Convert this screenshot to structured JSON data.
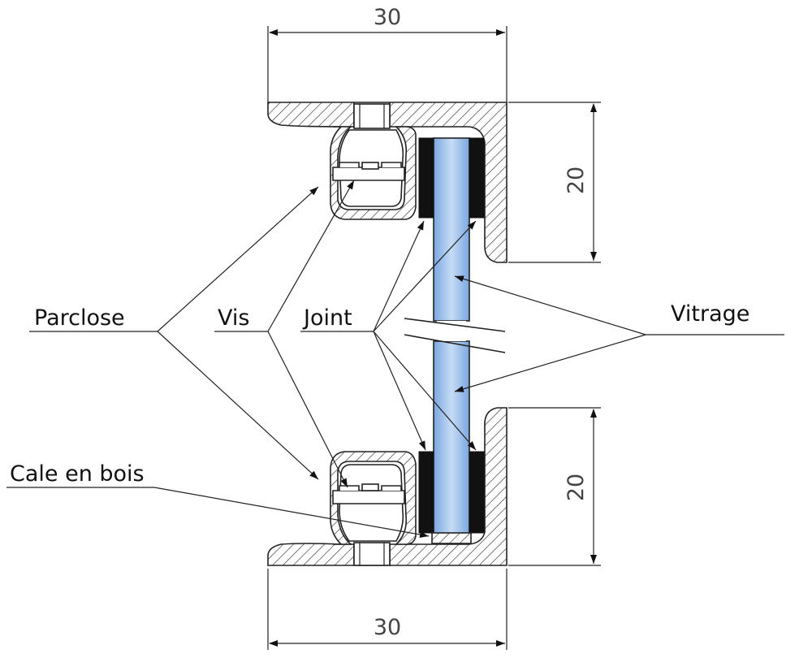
{
  "labels": {
    "parclose": "Parclose",
    "vis": "Vis",
    "joint": "Joint",
    "vitrage": "Vitrage",
    "cale": "Cale en bois"
  },
  "dimensions": {
    "top_width": "30",
    "bottom_width": "30",
    "upper_height": "20",
    "lower_height": "20"
  },
  "colors": {
    "glass": "#8fb8e8",
    "joint": "#111111",
    "hatch": "#333333",
    "line": "#222222"
  }
}
